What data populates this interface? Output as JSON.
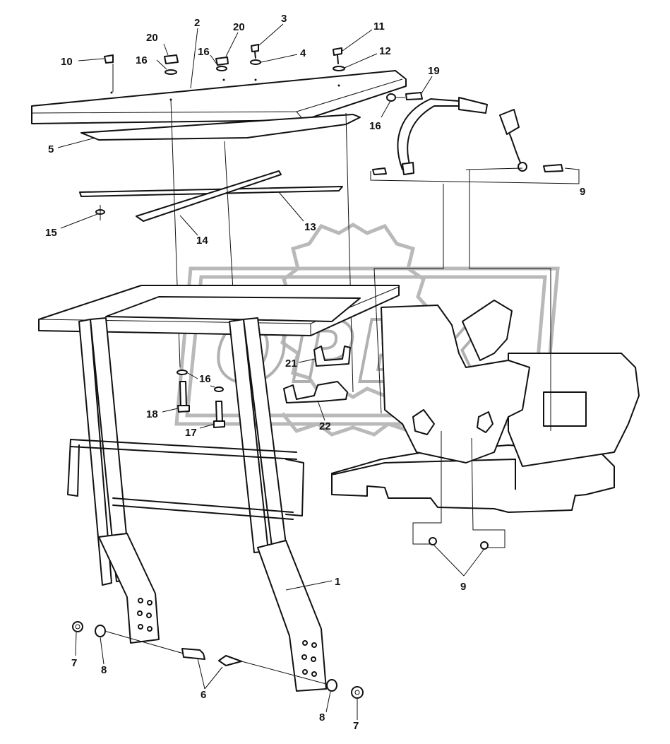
{
  "watermark": {
    "text": "OPEX",
    "color": "#b0b0b0"
  },
  "callouts": [
    {
      "id": "c1",
      "label": "1"
    },
    {
      "id": "c2",
      "label": "2"
    },
    {
      "id": "c3",
      "label": "3"
    },
    {
      "id": "c4",
      "label": "4"
    },
    {
      "id": "c5",
      "label": "5"
    },
    {
      "id": "c6",
      "label": "6"
    },
    {
      "id": "c7a",
      "label": "7"
    },
    {
      "id": "c7b",
      "label": "7"
    },
    {
      "id": "c8a",
      "label": "8"
    },
    {
      "id": "c8b",
      "label": "8"
    },
    {
      "id": "c9a",
      "label": "9"
    },
    {
      "id": "c9b",
      "label": "9"
    },
    {
      "id": "c10",
      "label": "10"
    },
    {
      "id": "c11",
      "label": "11"
    },
    {
      "id": "c12",
      "label": "12"
    },
    {
      "id": "c13",
      "label": "13"
    },
    {
      "id": "c14",
      "label": "14"
    },
    {
      "id": "c15",
      "label": "15"
    },
    {
      "id": "c16a",
      "label": "16"
    },
    {
      "id": "c16b",
      "label": "16"
    },
    {
      "id": "c16c",
      "label": "16"
    },
    {
      "id": "c16d",
      "label": "16"
    },
    {
      "id": "c17",
      "label": "17"
    },
    {
      "id": "c18",
      "label": "18"
    },
    {
      "id": "c19",
      "label": "19"
    },
    {
      "id": "c20a",
      "label": "20"
    },
    {
      "id": "c20b",
      "label": "20"
    },
    {
      "id": "c21",
      "label": "21"
    },
    {
      "id": "c22",
      "label": "22"
    }
  ]
}
